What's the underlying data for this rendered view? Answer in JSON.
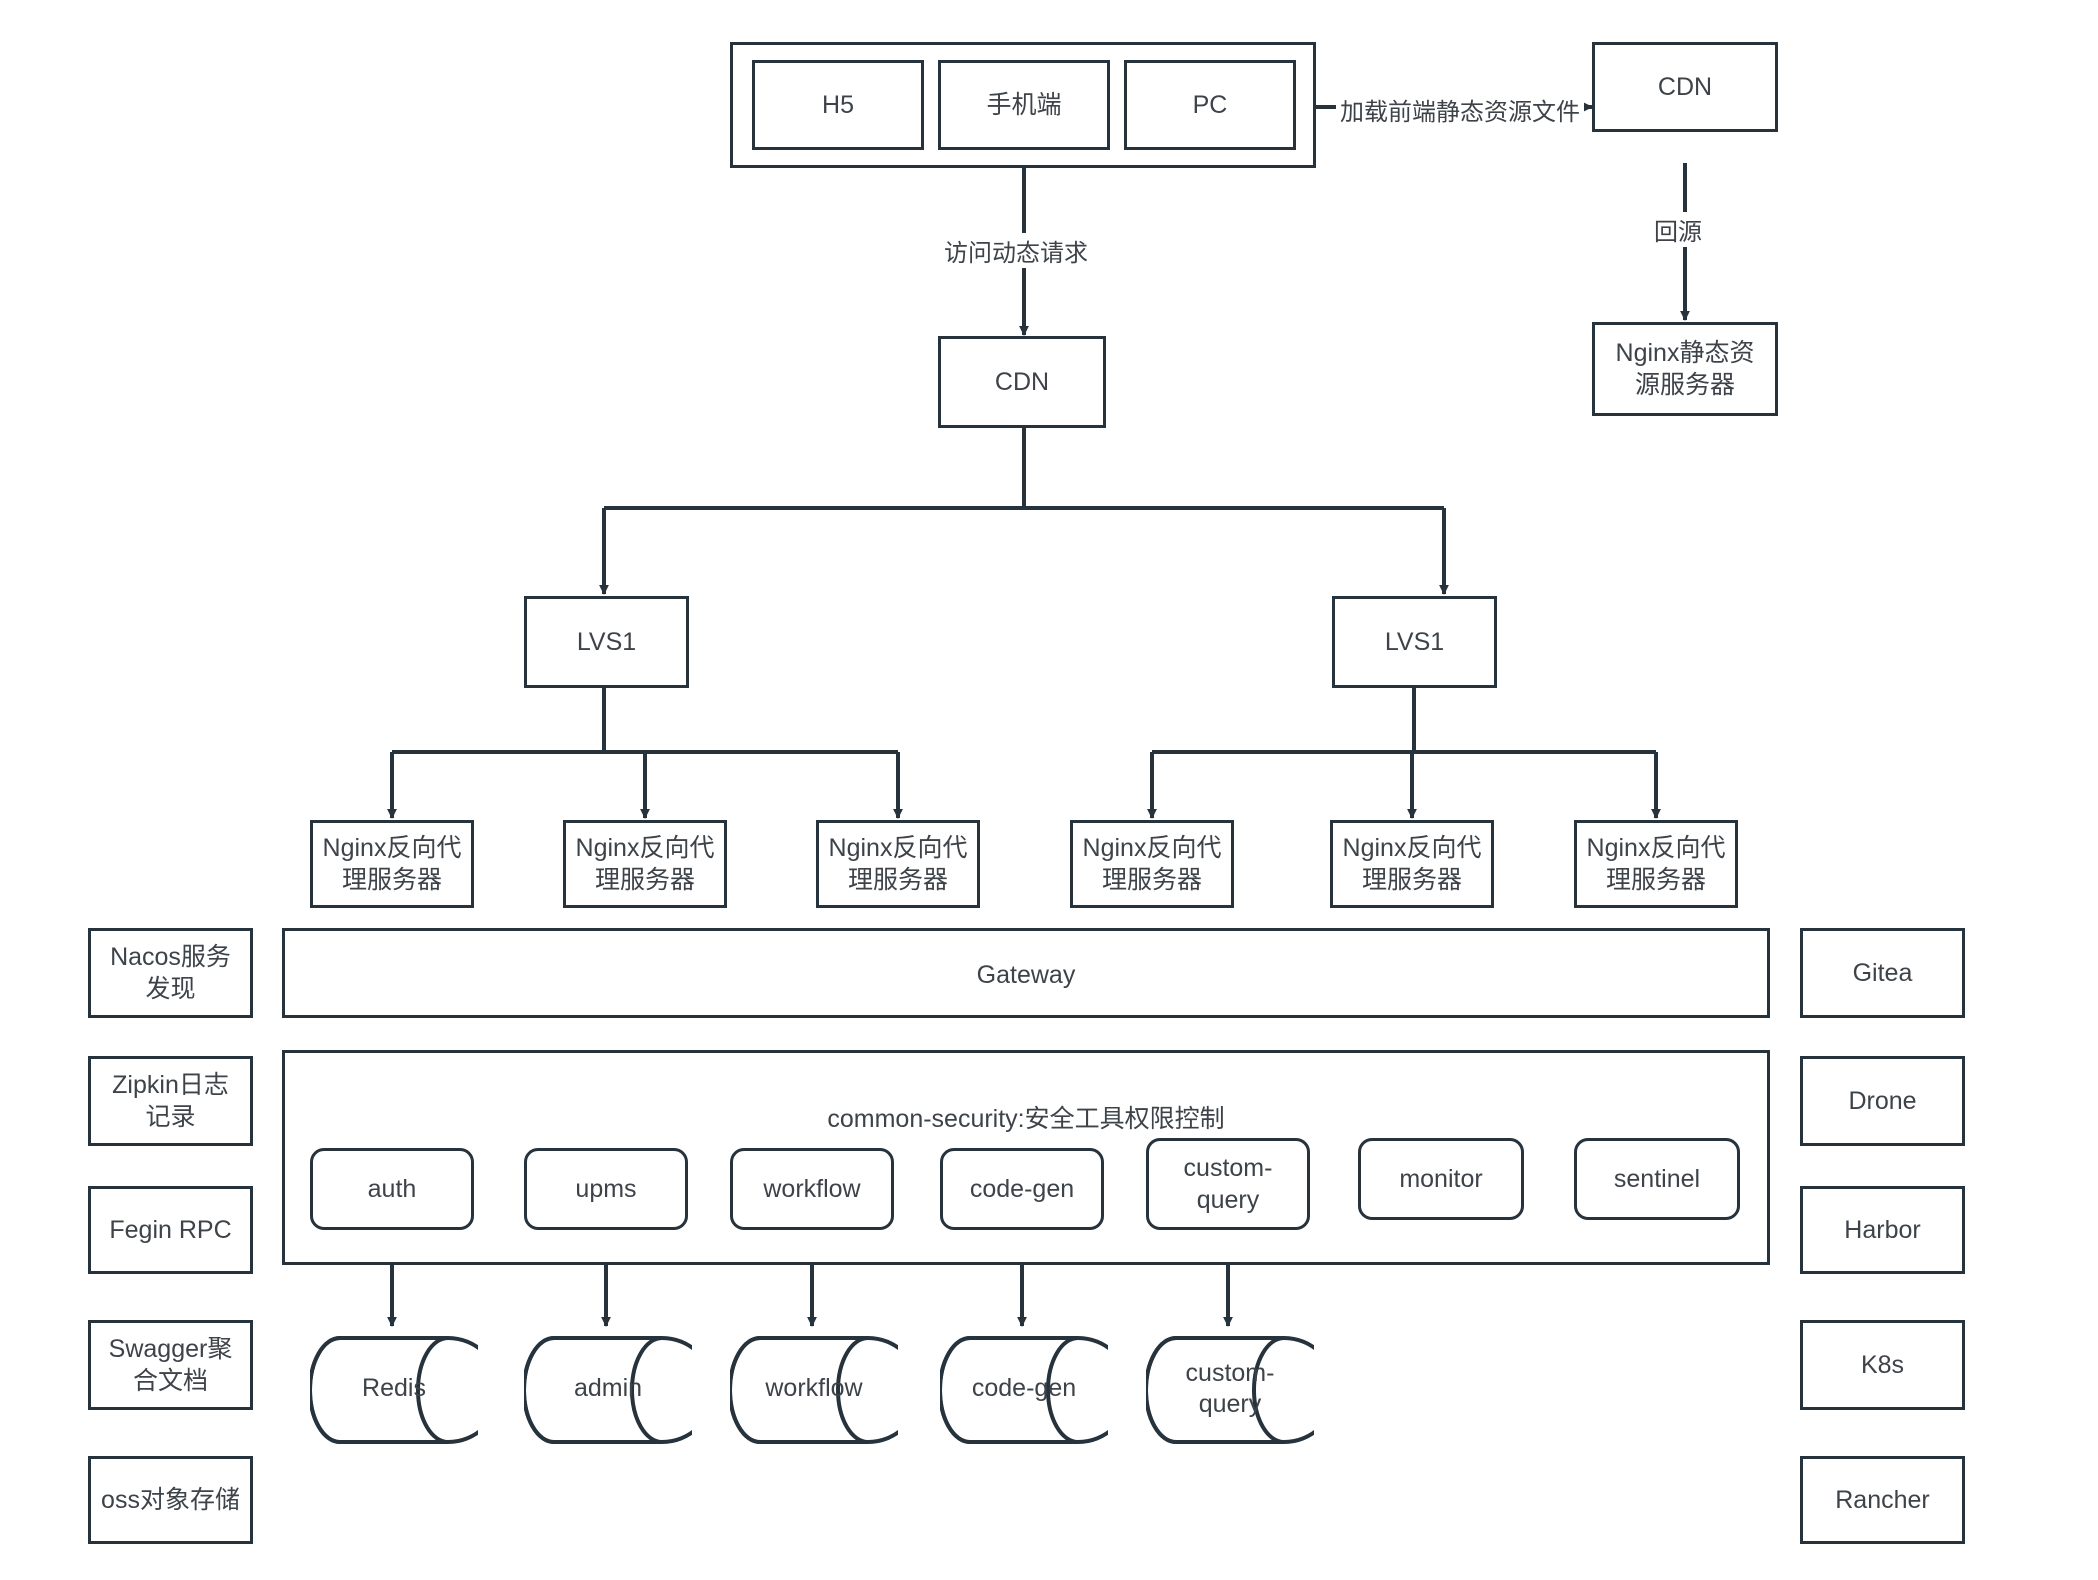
{
  "diagram": {
    "title": "微服务架构图",
    "colors": {
      "stroke": "#26323c",
      "text": "#3d4349",
      "background": "#ffffff"
    }
  },
  "clients": {
    "group_name": "client-group",
    "items": [
      {
        "label": "H5"
      },
      {
        "label": "手机端"
      },
      {
        "label": "PC"
      }
    ]
  },
  "static_path": {
    "edge_label": "加载前端静态资源文件",
    "cdn": {
      "label": "CDN"
    },
    "origin_edge_label": "回源",
    "origin": {
      "label": "Nginx静态资\n源服务器"
    }
  },
  "dynamic_path": {
    "edge_label": "访问动态请求",
    "cdn": {
      "label": "CDN"
    }
  },
  "lvs": [
    {
      "label": "LVS1"
    },
    {
      "label": "LVS1"
    }
  ],
  "nginx_proxies": [
    {
      "label": "Nginx反向代\n理服务器"
    },
    {
      "label": "Nginx反向代\n理服务器"
    },
    {
      "label": "Nginx反向代\n理服务器"
    },
    {
      "label": "Nginx反向代\n理服务器"
    },
    {
      "label": "Nginx反向代\n理服务器"
    },
    {
      "label": "Nginx反向代\n理服务器"
    }
  ],
  "gateway": {
    "label": "Gateway"
  },
  "security": {
    "label": "common-security:安全工具权限控制",
    "services": [
      {
        "label": "auth"
      },
      {
        "label": "upms"
      },
      {
        "label": "workflow"
      },
      {
        "label": "code-gen"
      },
      {
        "label": "custom-\nquery"
      },
      {
        "label": "monitor"
      },
      {
        "label": "sentinel"
      }
    ]
  },
  "datastores": [
    {
      "label": "Redis"
    },
    {
      "label": "admin"
    },
    {
      "label": "workflow"
    },
    {
      "label": "code-gen"
    },
    {
      "label": "custom-\nquery"
    }
  ],
  "left_sidebar": {
    "items": [
      {
        "label": "Nacos服务\n发现"
      },
      {
        "label": "Zipkin日志\n记录"
      },
      {
        "label": "Fegin RPC"
      },
      {
        "label": "Swagger聚\n合文档"
      },
      {
        "label": "oss对象存储"
      }
    ]
  },
  "right_sidebar": {
    "items": [
      {
        "label": "Gitea"
      },
      {
        "label": "Drone"
      },
      {
        "label": "Harbor"
      },
      {
        "label": "K8s"
      },
      {
        "label": "Rancher"
      }
    ]
  }
}
